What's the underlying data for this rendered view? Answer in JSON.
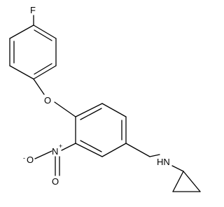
{
  "structure": {
    "atoms": {
      "fluorine": "F",
      "ether_oxygen": "O",
      "nitro_nitrogen": "N",
      "nitro_oxygen_left": "O",
      "nitro_oxygen_bottom": "O",
      "amine": "HN"
    },
    "charges": {
      "nitro_nitrogen": "+",
      "nitro_oxygen_left": "-"
    }
  }
}
